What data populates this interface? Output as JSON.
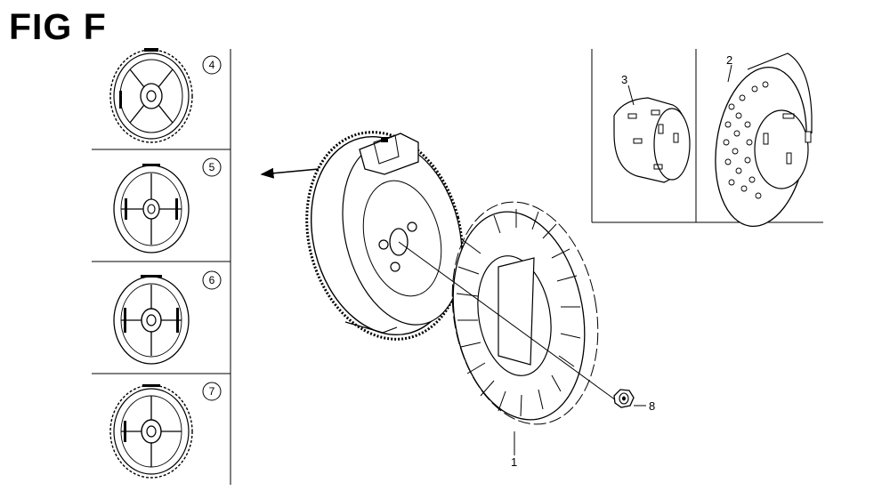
{
  "figure": {
    "title": "FIG F"
  },
  "callouts": {
    "part_1": "1",
    "part_2": "2",
    "part_3": "3",
    "part_4": "4",
    "part_5": "5",
    "part_6": "6",
    "part_7": "7",
    "part_8": "8"
  }
}
